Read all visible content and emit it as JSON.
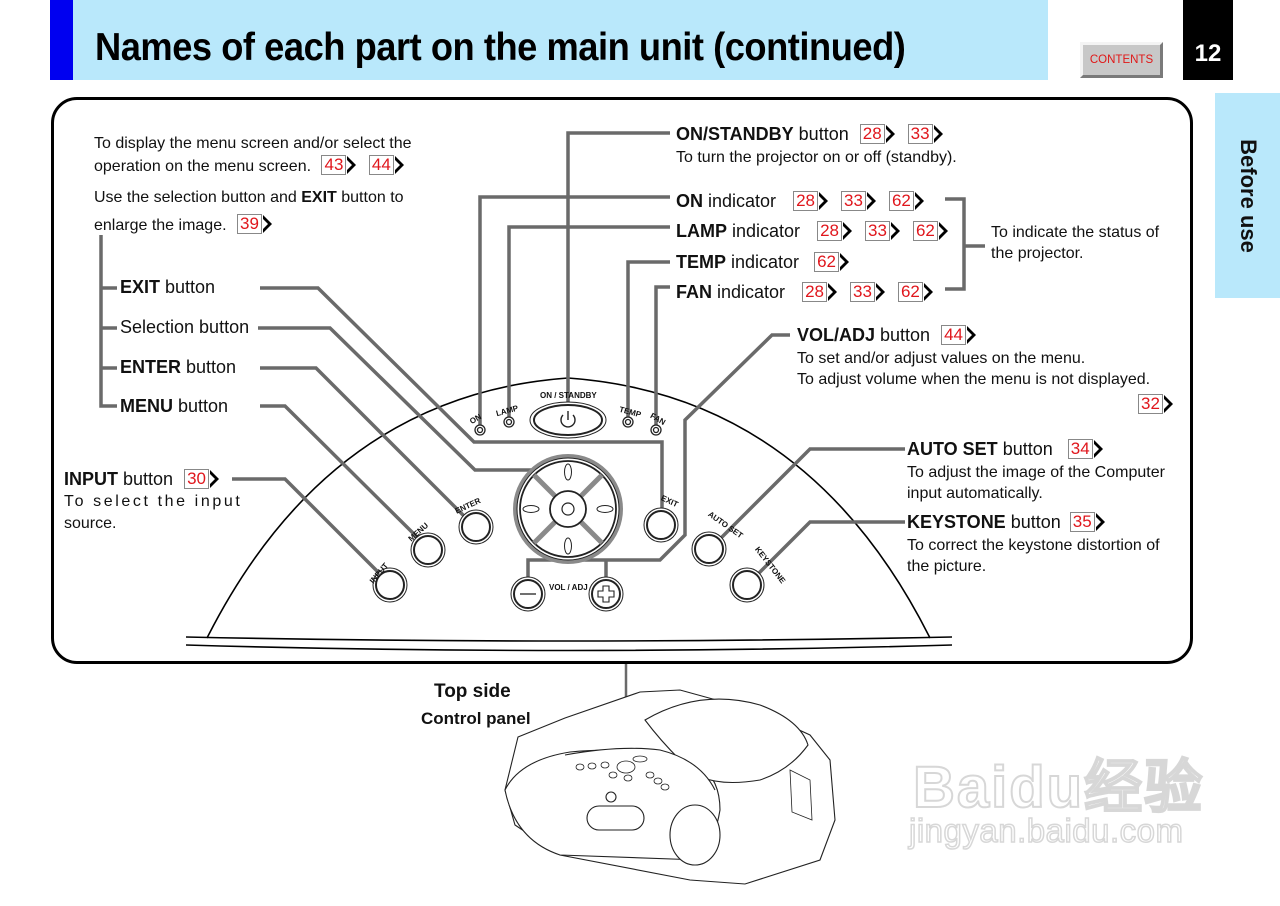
{
  "header": {
    "title": "Names of each part on the main unit (continued)",
    "contents_button": "CONTENTS",
    "page_number": "12",
    "side_tab": "Before use",
    "colors": {
      "title_bg": "#b9e8fb",
      "accent": "#0000f0",
      "ref_text": "#e0161c"
    }
  },
  "left": {
    "menu_desc_line1": "To display the menu screen and/or select the",
    "menu_desc_line2": "operation on the menu screen.",
    "menu_refs": [
      "43",
      "44"
    ],
    "enlarge_line1_pre": "Use the selection button and ",
    "enlarge_line1_bold": "EXIT",
    "enlarge_line1_post": " button to",
    "enlarge_line2": "enlarge the image.",
    "enlarge_refs": [
      "39"
    ],
    "exit_bold": "EXIT",
    "exit_rest": " button",
    "selection": "Selection button",
    "enter_bold": "ENTER",
    "enter_rest": " button",
    "menu_bold": "MENU",
    "menu_rest": " button",
    "input_bold": "INPUT",
    "input_rest": " button",
    "input_refs": [
      "30"
    ],
    "input_desc_line1": "To select the input",
    "input_desc_line2": "source."
  },
  "right": {
    "onstandby_bold": "ON/STANDBY",
    "onstandby_rest": " button",
    "onstandby_refs": [
      "28",
      "33"
    ],
    "onstandby_desc": "To turn the projector on or off (standby).",
    "indicators": [
      {
        "bold": "ON",
        "rest": " indicator",
        "refs": [
          "28",
          "33",
          "62"
        ]
      },
      {
        "bold": "LAMP",
        "rest": " indicator",
        "refs": [
          "28",
          "33",
          "62"
        ]
      },
      {
        "bold": "TEMP",
        "rest": " indicator",
        "refs": [
          "62"
        ]
      },
      {
        "bold": "FAN",
        "rest": " indicator",
        "refs": [
          "28",
          "33",
          "62"
        ]
      }
    ],
    "status_desc_line1": "To indicate the status of",
    "status_desc_line2": "the projector.",
    "voladj_bold": "VOL/ADJ",
    "voladj_rest": " button",
    "voladj_refs": [
      "44"
    ],
    "voladj_desc1": "To set and/or adjust values on the menu.",
    "voladj_desc2": "To adjust volume when the menu is not displayed.",
    "voladj_refs2": [
      "32"
    ],
    "autoset_bold": "AUTO SET",
    "autoset_rest": " button",
    "autoset_refs": [
      "34"
    ],
    "autoset_desc1": "To adjust the image of the Computer",
    "autoset_desc2": "input automatically.",
    "keystone_bold": "KEYSTONE",
    "keystone_rest": " button",
    "keystone_refs": [
      "35"
    ],
    "keystone_desc1": "To correct the keystone distortion of",
    "keystone_desc2": "the picture."
  },
  "panel": {
    "on": "ON",
    "lamp": "LAMP",
    "on_standby": "ON / STANDBY",
    "temp": "TEMP",
    "fan": "FAN",
    "exit": "EXIT",
    "enter": "ENTER",
    "menu": "MENU",
    "input": "INPUT",
    "auto_set": "AUTO SET",
    "keystone": "KEYSTONE",
    "vol_adj": "VOL / ADJ"
  },
  "bottom": {
    "top_side": "Top side",
    "control_panel": "Control panel"
  },
  "watermark": {
    "brand": "Baidu经验",
    "url": "jingyan.baidu.com"
  }
}
